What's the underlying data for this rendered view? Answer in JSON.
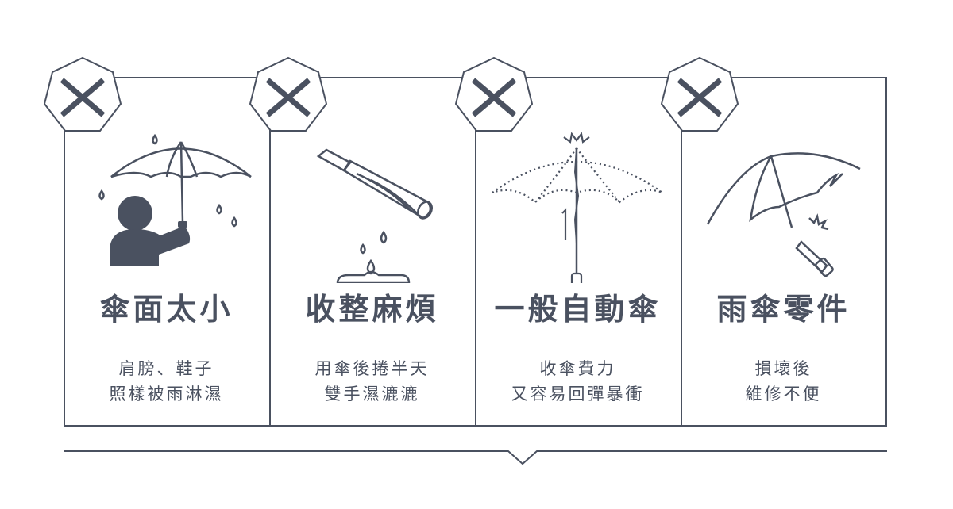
{
  "colors": {
    "ink": "#4a5160",
    "fill": "#4a5160",
    "accent_muted": "#7c828e"
  },
  "cards": [
    {
      "title": "傘面太小",
      "line1": "肩膀、鞋子",
      "line2": "照樣被雨淋濕",
      "badge_icon": "x-mark-icon",
      "illustration": "person-small-umbrella-icon"
    },
    {
      "title": "收整麻煩",
      "line1": "用傘後捲半天",
      "line2": "雙手濕漉漉",
      "badge_icon": "x-mark-icon",
      "illustration": "dripping-folded-umbrella-icon"
    },
    {
      "title": "一般自動傘",
      "line1": "收傘費力",
      "line2": "又容易回彈暴衝",
      "badge_icon": "x-mark-icon",
      "illustration": "auto-umbrella-spring-icon"
    },
    {
      "title": "雨傘零件",
      "line1": "損壞後",
      "line2": "維修不便",
      "badge_icon": "x-mark-icon",
      "illustration": "broken-umbrella-icon"
    }
  ]
}
